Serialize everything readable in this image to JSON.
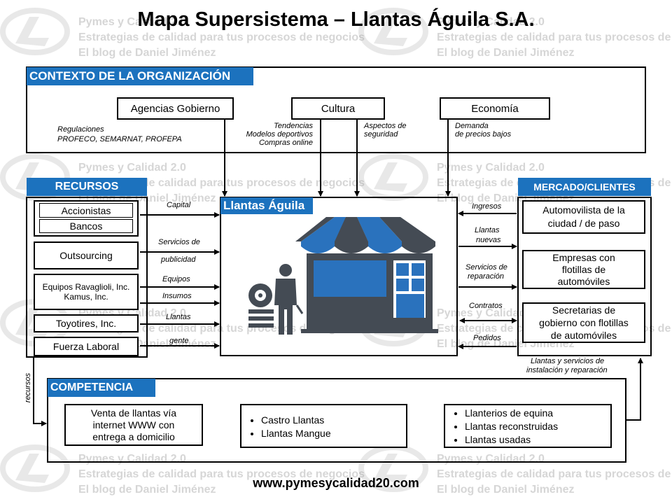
{
  "title": "Mapa Supersistema – Llantas Águila S.A.",
  "footer_url": "www.pymesycalidad20.com",
  "watermark": {
    "lines": [
      "Pymes y Calidad 2.0",
      "Estrategias de calidad para tus procesos de negocios",
      "El blog de Daniel Jiménez"
    ]
  },
  "colors": {
    "header_blue": "#1c72be",
    "awning_blue": "#2a72bd",
    "icon_gray": "#444b54"
  },
  "context": {
    "header": "CONTEXTO DE LA ORGANIZACIÓN",
    "boxes": {
      "agencias": "Agencias Gobierno",
      "cultura": "Cultura",
      "economia": "Economía"
    },
    "labels": {
      "regulaciones": "Regulaciones",
      "profeco": "PROFECO,  SEMARNAT,  PROFEPA",
      "tendencias": "Tendencias",
      "modelos": "Modelos deportivos",
      "compras": "Compras  online",
      "aspectos": "Aspectos de",
      "seguridad": "seguridad",
      "demanda": "Demanda",
      "precios": "de precios  bajos"
    }
  },
  "resources": {
    "header": "RECURSOS",
    "items": {
      "accionistas": "Accionistas",
      "bancos": "Bancos",
      "outsourcing": "Outsourcing",
      "equipos_line1": "Equipos Ravaglioli,  Inc.",
      "equipos_line2": "Kamus, Inc.",
      "toyotires": "Toyotires, Inc.",
      "fuerza": "Fuerza  Laboral"
    },
    "flows": {
      "capital": "Capital",
      "servicios_de": "Servicios de",
      "publicidad": "publicidad",
      "equipos": "Equipos",
      "insumos": "Insumos",
      "llantas": "Llantas",
      "gente": "gente"
    },
    "side_label": "recursos"
  },
  "center": {
    "header": "Llantas Águila"
  },
  "market": {
    "header": "MERCADO/CLIENTES",
    "items": {
      "automovilista_1": "Automovilista  de la",
      "automovilista_2": "ciudad / de paso",
      "empresas_1": "Empresas con",
      "empresas_2": "flotillas  de",
      "empresas_3": "automóviles",
      "secretarias_1": "Secretarias de",
      "secretarias_2": "gobierno con flotillas",
      "secretarias_3": "de automóviles"
    },
    "flows": {
      "ingresos": "Ingresos",
      "llantas": "Llantas",
      "nuevas": "nuevas",
      "servicios_de": "Servicios  de",
      "reparacion": "reparación",
      "contratos": "Contratos",
      "pedidos": "Pedidos",
      "instalacion_1": "Llantas  y  servicios  de",
      "instalacion_2": "instalación  y  reparación"
    }
  },
  "competition": {
    "header": "COMPETENCIA",
    "venta_1": "Venta de llantas vía",
    "venta_2": "internet WWW con",
    "venta_3": "entrega a domicilio",
    "list_mid": [
      "Castro Llantas",
      "Llantas  Mangue"
    ],
    "list_right": [
      "Llanterios  de equina",
      "Llantas  reconstruidas",
      "Llantas  usadas"
    ]
  }
}
